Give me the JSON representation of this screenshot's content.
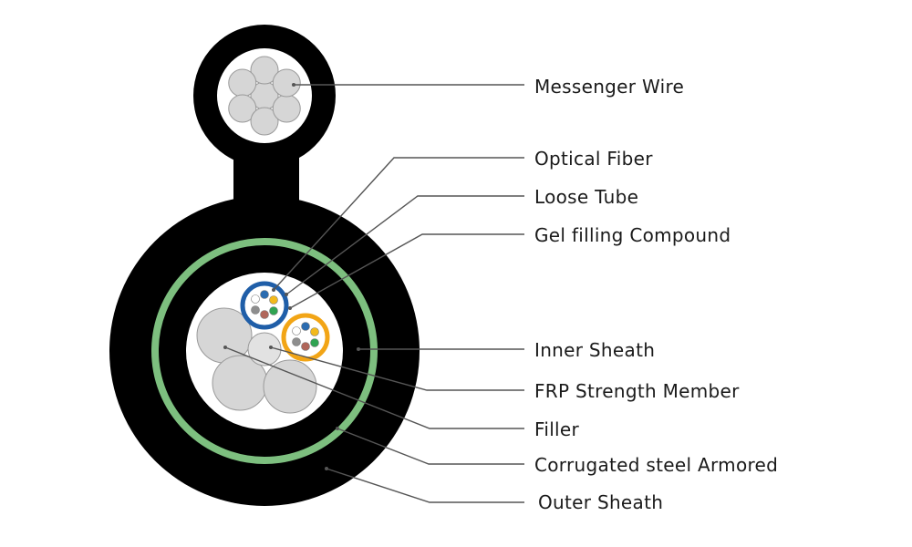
{
  "labels": {
    "messenger_wire": "Messenger Wire",
    "optical_fiber": "Optical Fiber",
    "loose_tube": "Loose Tube",
    "gel_filling": "Gel filling Compound",
    "inner_sheath": "Inner Sheath",
    "frp": "FRP Strength Member",
    "filler": "Filler",
    "corrugated_steel": "Corrugated steel Armored",
    "outer_sheath": "Outer Sheath"
  },
  "colors": {
    "jacket": "#000000",
    "armor_ring": "#7dbf7f",
    "inner_fill": "#ffffff",
    "element_gray": "#d6d6d6",
    "element_stroke": "#9a9a9a",
    "tube_blue": "#1f5ea8",
    "tube_orange": "#f2a516",
    "leader_line": "#555555",
    "fibers": [
      "#ffffff",
      "#2b6cb0",
      "#f2b91c",
      "#8e8e8e",
      "#b0665a",
      "#2fa352"
    ]
  }
}
